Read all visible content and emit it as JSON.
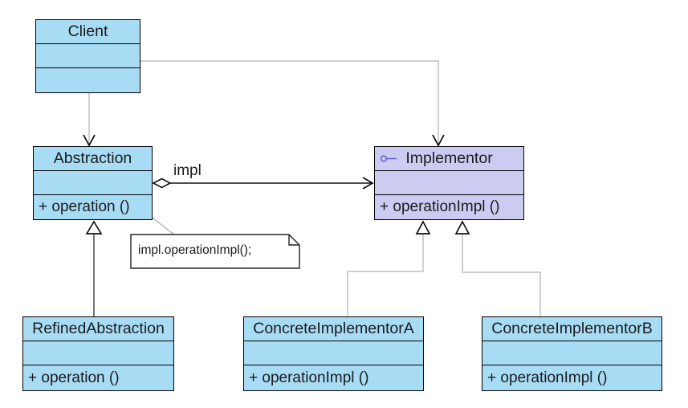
{
  "colors": {
    "background": "#ffffff",
    "class_fill": "#a8dcf5",
    "interface_fill": "#cccbf2",
    "box_border": "#000000",
    "text": "#1b1b1b",
    "connector_light": "#b0b0b0",
    "connector_dark": "#5f5f5f",
    "arrow_black": "#111111",
    "lollipop": "#5b5bd0",
    "note_fill": "#ffffff",
    "note_border": "#222222"
  },
  "classes": [
    {
      "name": "Client",
      "attributes": "",
      "operations": ""
    },
    {
      "name": "Abstraction",
      "attributes": "",
      "operations": "+ operation ()"
    },
    {
      "name": "Implementor",
      "attributes": "",
      "operations": "+ operationImpl ()",
      "stereotype_icon": "interface-lollipop"
    },
    {
      "name": "RefinedAbstraction",
      "attributes": "",
      "operations": "+ operation ()"
    },
    {
      "name": "ConcreteImplementorA",
      "attributes": "",
      "operations": "+ operationImpl ()"
    },
    {
      "name": "ConcreteImplementorB",
      "attributes": "",
      "operations": "+ operationImpl ()"
    }
  ],
  "relationships": [
    {
      "type": "dependency",
      "from": "Client",
      "to": "Abstraction"
    },
    {
      "type": "dependency",
      "from": "Client",
      "to": "Implementor"
    },
    {
      "type": "aggregation",
      "from": "Abstraction",
      "to": "Implementor",
      "label": "impl"
    },
    {
      "type": "generalization",
      "from": "RefinedAbstraction",
      "to": "Abstraction"
    },
    {
      "type": "generalization",
      "from": "ConcreteImplementorA",
      "to": "Implementor"
    },
    {
      "type": "generalization",
      "from": "ConcreteImplementorB",
      "to": "Implementor"
    }
  ],
  "note": {
    "text": "impl.operationImpl();"
  }
}
